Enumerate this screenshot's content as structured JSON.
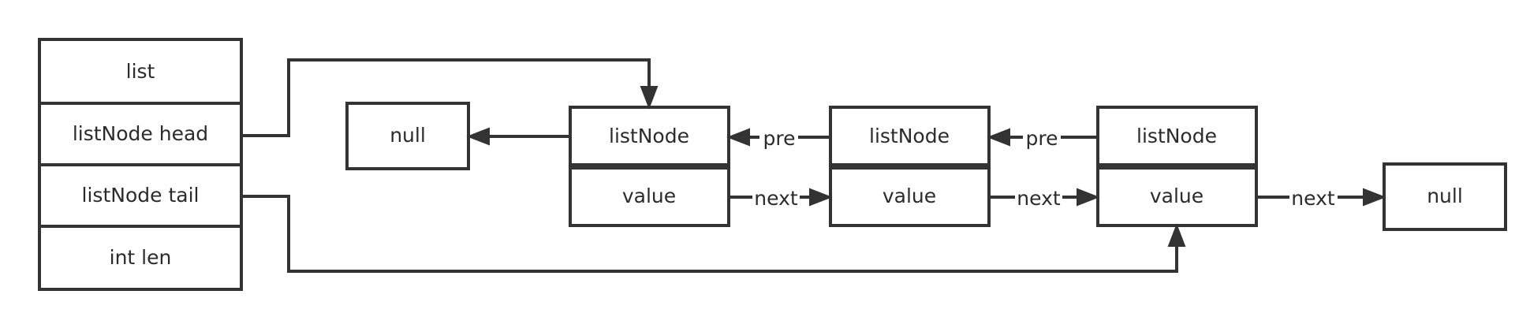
{
  "list_struct": {
    "title": "list",
    "head": "listNode head",
    "tail": "listNode tail",
    "len": "int len"
  },
  "left_null": "null",
  "right_null": "null",
  "nodes": [
    {
      "type": "listNode",
      "field": "value"
    },
    {
      "type": "listNode",
      "field": "value"
    },
    {
      "type": "listNode",
      "field": "value"
    }
  ],
  "edge_labels": {
    "pre_1": "pre",
    "pre_2": "pre",
    "next_1": "next",
    "next_2": "next",
    "next_3": "next"
  },
  "colors": {
    "stroke": "#333333",
    "text": "#2b2b2b",
    "background": "#ffffff"
  }
}
